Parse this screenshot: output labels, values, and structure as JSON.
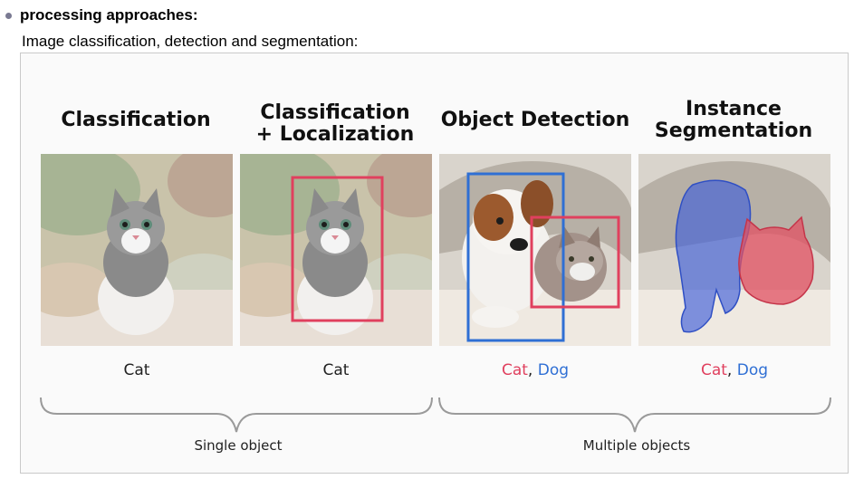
{
  "bullet": {
    "text": "processing approaches:"
  },
  "subtitle": "Image classification, detection and segmentation:",
  "panels": [
    {
      "title_line1": "Classification",
      "title_line2": "",
      "label": "Cat"
    },
    {
      "title_line1": "Classification",
      "title_line2": "+ Localization",
      "label": "Cat"
    },
    {
      "title_line1": "Object Detection",
      "title_line2": "",
      "label_cat": "Cat",
      "label_sep": ", ",
      "label_dog": "Dog"
    },
    {
      "title_line1": "Instance",
      "title_line2": "Segmentation",
      "label_cat": "Cat",
      "label_sep": ", ",
      "label_dog": "Dog"
    }
  ],
  "groups": [
    {
      "label": "Single object"
    },
    {
      "label": "Multiple objects"
    }
  ],
  "colors": {
    "cat": "#e0405e",
    "dog": "#2f6fd4"
  }
}
